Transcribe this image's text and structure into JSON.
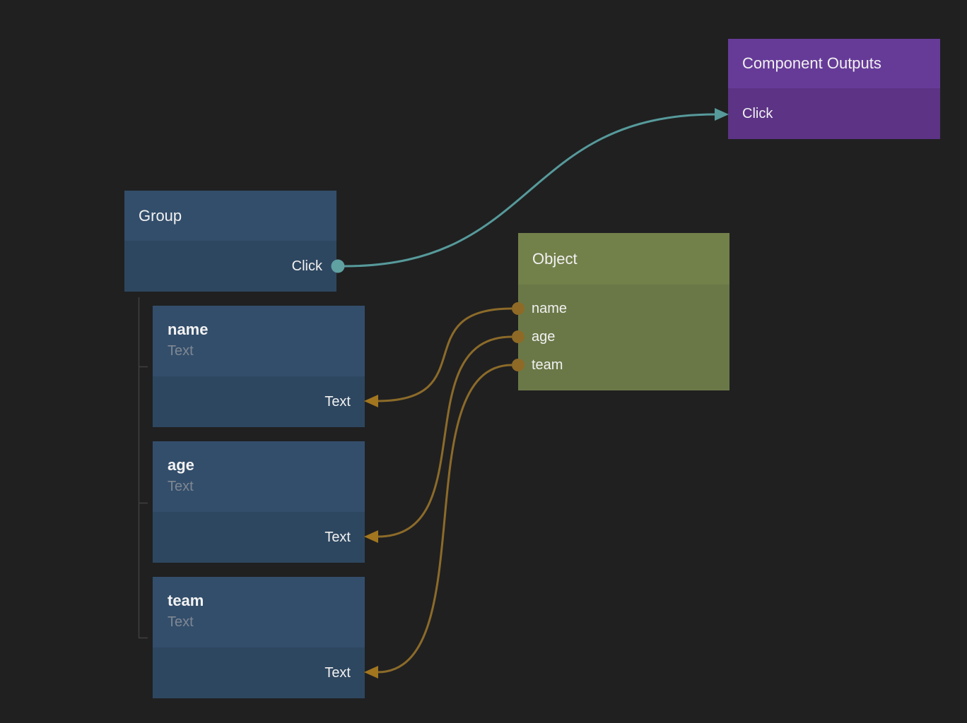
{
  "nodes": {
    "component_outputs": {
      "title": "Component Outputs",
      "inputs": [
        "Click"
      ]
    },
    "group": {
      "title": "Group",
      "outputs": [
        "Click"
      ]
    },
    "object": {
      "title": "Object",
      "outputs": [
        "name",
        "age",
        "team"
      ]
    },
    "field_nodes": [
      {
        "title": "name",
        "subtitle": "Text",
        "inputs": [
          "Text"
        ]
      },
      {
        "title": "age",
        "subtitle": "Text",
        "inputs": [
          "Text"
        ]
      },
      {
        "title": "team",
        "subtitle": "Text",
        "inputs": [
          "Text"
        ]
      }
    ]
  },
  "edges": [
    {
      "from": "Group.Click",
      "to": "Component Outputs.Click",
      "color": "#579a9b"
    },
    {
      "from": "Object.name",
      "to": "name.Text",
      "color": "#8c6b29"
    },
    {
      "from": "Object.age",
      "to": "age.Text",
      "color": "#8c6b29"
    },
    {
      "from": "Object.team",
      "to": "team.Text",
      "color": "#8c6b29"
    }
  ],
  "colors": {
    "background": "#202021",
    "blue_header": "#334e6b",
    "blue_body": "#2e4760",
    "purple_header": "#663b98",
    "purple_body": "#5c3385",
    "olive_header": "#72804a",
    "olive_body": "#6a7847",
    "teal_edge": "#579a9b",
    "teal_port": "#60a1a2",
    "orange_edge": "#8c6b29",
    "orange_arrow": "#a2761f",
    "orange_port": "#8e6a26",
    "tree_line": "#3f3f3f"
  }
}
